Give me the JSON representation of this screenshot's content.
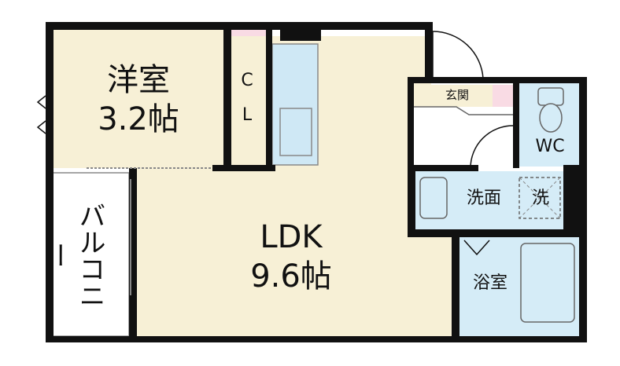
{
  "rooms": {
    "western": {
      "name": "洋室",
      "size": "3.2帖"
    },
    "closet": {
      "line1": "C",
      "line2": "L"
    },
    "ldk": {
      "name": "LDK",
      "size": "9.6帖"
    },
    "balcony": {
      "name": "バルコニー"
    },
    "entrance": {
      "name": "玄関"
    },
    "wc": {
      "name": "WC"
    },
    "washroom": {
      "name": "洗面"
    },
    "washer": {
      "name": "洗"
    },
    "bathroom": {
      "name": "浴室"
    }
  },
  "colors": {
    "wall": "#111111",
    "western_floor": "#f7f0d6",
    "ldk_floor": "#f7f0d6",
    "closet_fill": "#f9dbe4",
    "wet_area": "#d5ecf7",
    "kitchen": "#cfe8f5",
    "balcony": "#ffffff"
  }
}
